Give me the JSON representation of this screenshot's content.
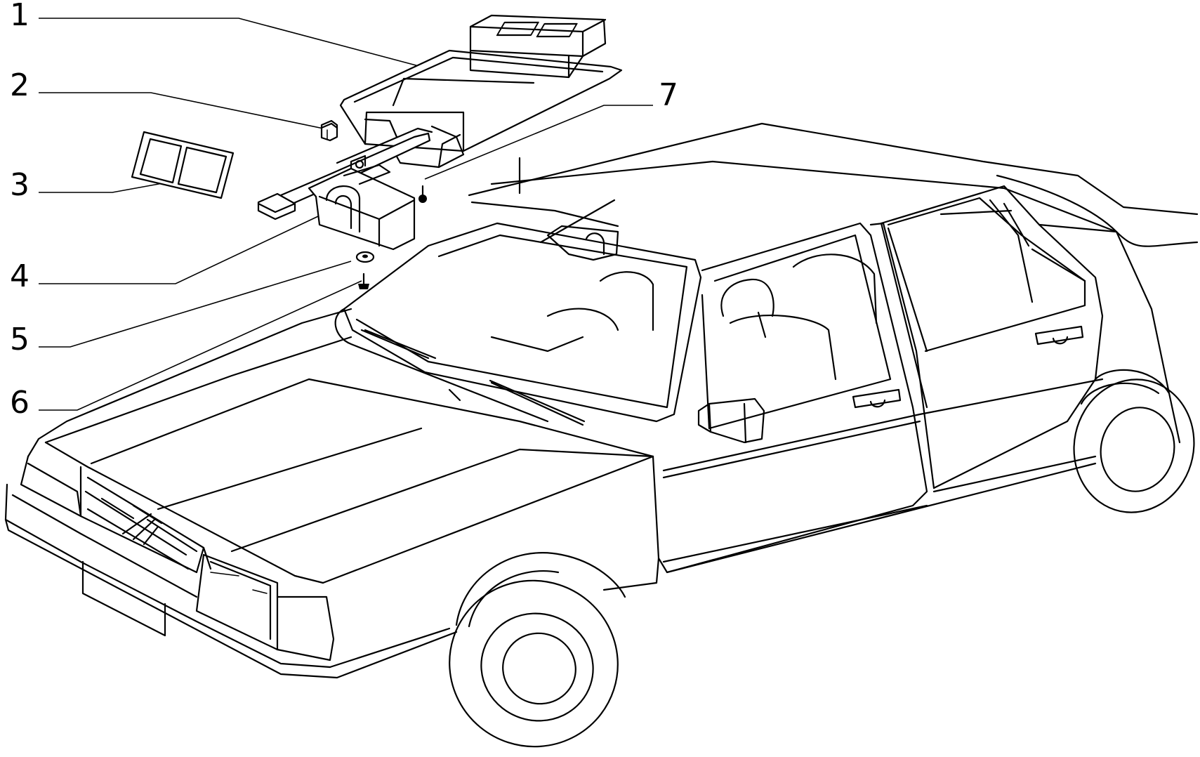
{
  "callouts": [
    {
      "label": "1"
    },
    {
      "label": "2"
    },
    {
      "label": "3"
    },
    {
      "label": "4"
    },
    {
      "label": "5"
    },
    {
      "label": "6"
    },
    {
      "label": "7"
    }
  ],
  "parts": [
    {
      "id": "1",
      "icon": "console-housing-icon"
    },
    {
      "id": "2",
      "icon": "clip-icon"
    },
    {
      "id": "3",
      "icon": "lens-frame-icon"
    },
    {
      "id": "4",
      "icon": "bracket-icon"
    },
    {
      "id": "5",
      "icon": "nut-icon"
    },
    {
      "id": "6",
      "icon": "screw-icon"
    },
    {
      "id": "7",
      "icon": "screw-icon"
    }
  ]
}
